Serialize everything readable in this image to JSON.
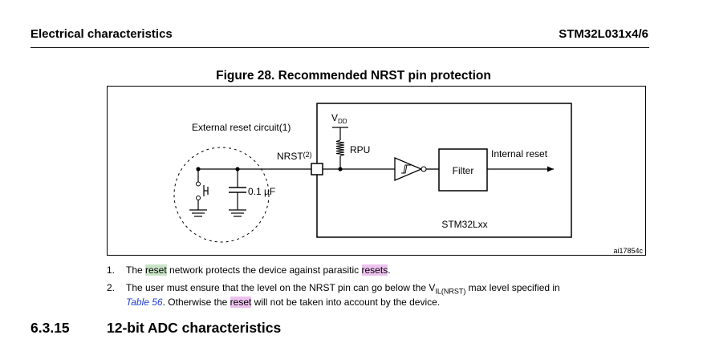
{
  "header": {
    "left": "Electrical characteristics",
    "right": "STM32L031x4/6"
  },
  "figure": {
    "title": "Figure 28. Recommended NRST pin protection",
    "labels": {
      "external_circuit": "External reset circuit(1)",
      "vdd_main": "V",
      "vdd_sub": "DD",
      "rpu": "RPU",
      "nrst": "NRST",
      "nrst_sup": "(2)",
      "capacitor": "0.1 µF",
      "filter": "Filter",
      "internal_reset": "Internal reset",
      "chip": "STM32Lxx",
      "ref": "ai17854c"
    }
  },
  "notes": [
    {
      "num": "1.",
      "pre": "The ",
      "hl1": "reset",
      "mid": " network protects the device against parasitic ",
      "hl2": "resets",
      "post": "."
    },
    {
      "num": "2.",
      "line1_pre": "The user must ensure that the level on the NRST pin can go below the V",
      "line1_sub": "IL(NRST)",
      "line1_post": " max level specified in",
      "link": "Table 56",
      "line2_mid": ". Otherwise the ",
      "hl": "reset",
      "line2_post": " will not be taken into account by the device."
    }
  ],
  "section": {
    "number": "6.3.15",
    "title": "12-bit ADC characteristics"
  },
  "colors": {
    "highlight_green": "#c9e3c6",
    "highlight_pink": "#edc2ee",
    "link_blue": "#1f3fd0"
  }
}
